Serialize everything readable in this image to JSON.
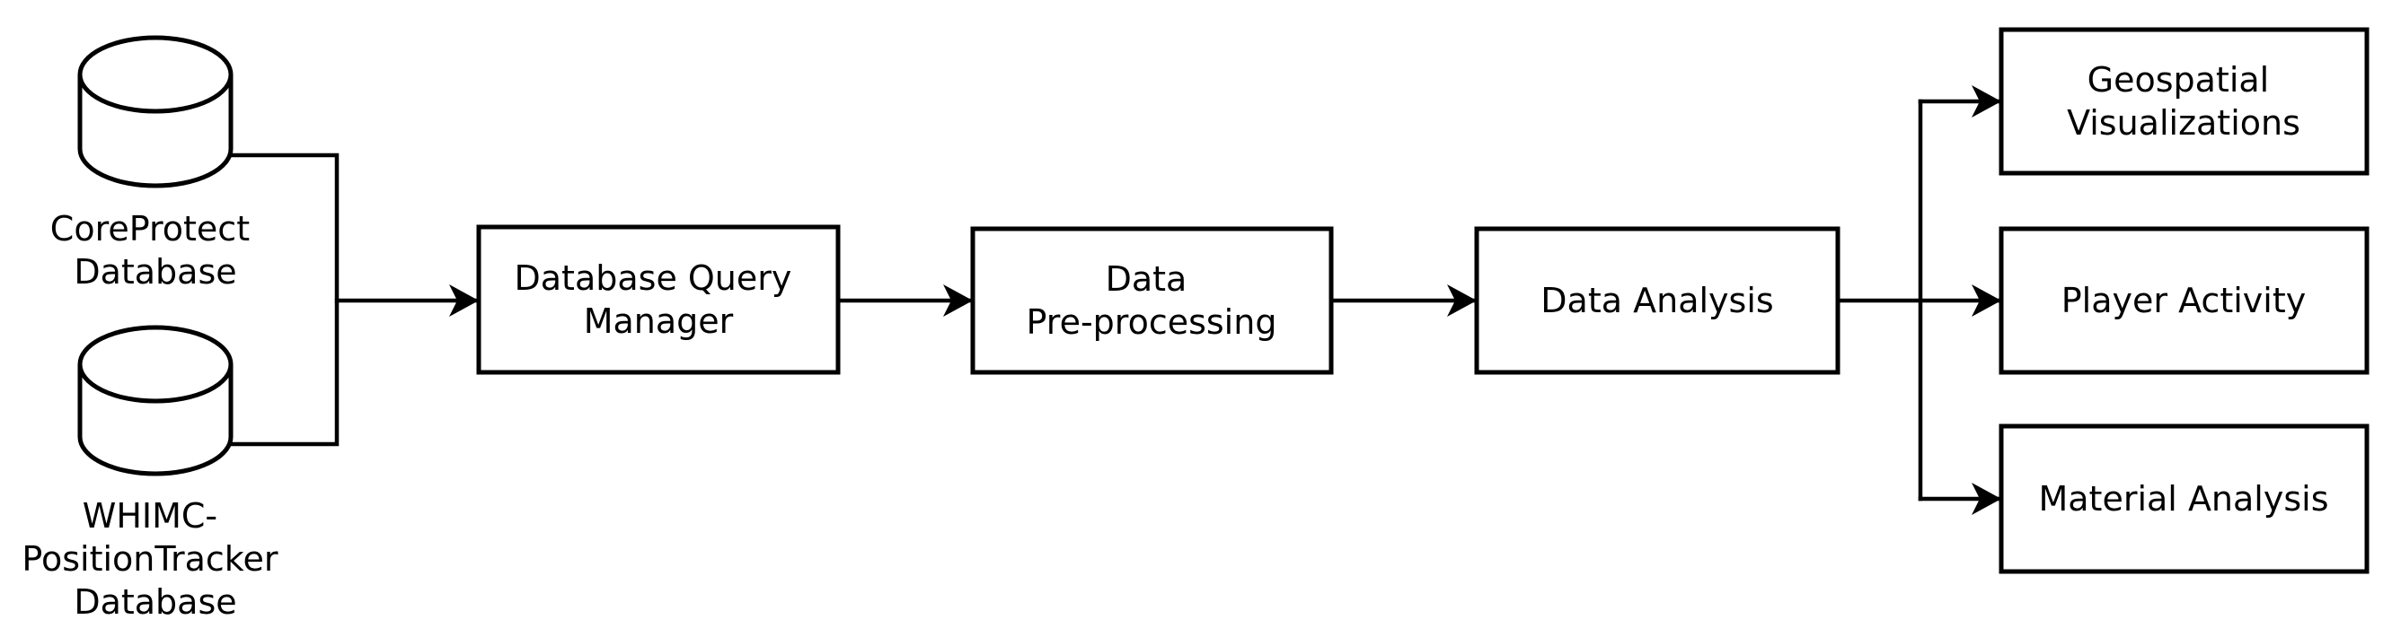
{
  "diagram": {
    "background_color": "#ffffff",
    "line_color": "#000000",
    "text_color": "#000000",
    "nodes": {
      "coreprotect": {
        "shape": "database-cylinder",
        "label_lines": [
          "CoreProtect",
          "Database"
        ]
      },
      "whimc": {
        "shape": "database-cylinder",
        "label_lines": [
          "WHIMC-",
          "PositionTracker",
          "Database"
        ]
      },
      "query_manager": {
        "shape": "rect",
        "label_lines": [
          "Database Query",
          "Manager"
        ]
      },
      "preprocessing": {
        "shape": "rect",
        "label_lines": [
          "Data",
          "Pre-processing"
        ]
      },
      "analysis": {
        "shape": "rect",
        "label_lines": [
          "Data Analysis"
        ]
      },
      "geospatial": {
        "shape": "rect",
        "label_lines": [
          "Geospatial",
          "Visualizations"
        ]
      },
      "player_activity": {
        "shape": "rect",
        "label_lines": [
          "Player Activity"
        ]
      },
      "material_analysis": {
        "shape": "rect",
        "label_lines": [
          "Material Analysis"
        ]
      }
    },
    "edges": [
      {
        "from": "coreprotect",
        "to": "query_manager",
        "arrow": true
      },
      {
        "from": "whimc",
        "to": "query_manager",
        "arrow": true
      },
      {
        "from": "query_manager",
        "to": "preprocessing",
        "arrow": true
      },
      {
        "from": "preprocessing",
        "to": "analysis",
        "arrow": true
      },
      {
        "from": "analysis",
        "to": "geospatial",
        "arrow": true
      },
      {
        "from": "analysis",
        "to": "player_activity",
        "arrow": true
      },
      {
        "from": "analysis",
        "to": "material_analysis",
        "arrow": true
      }
    ]
  }
}
